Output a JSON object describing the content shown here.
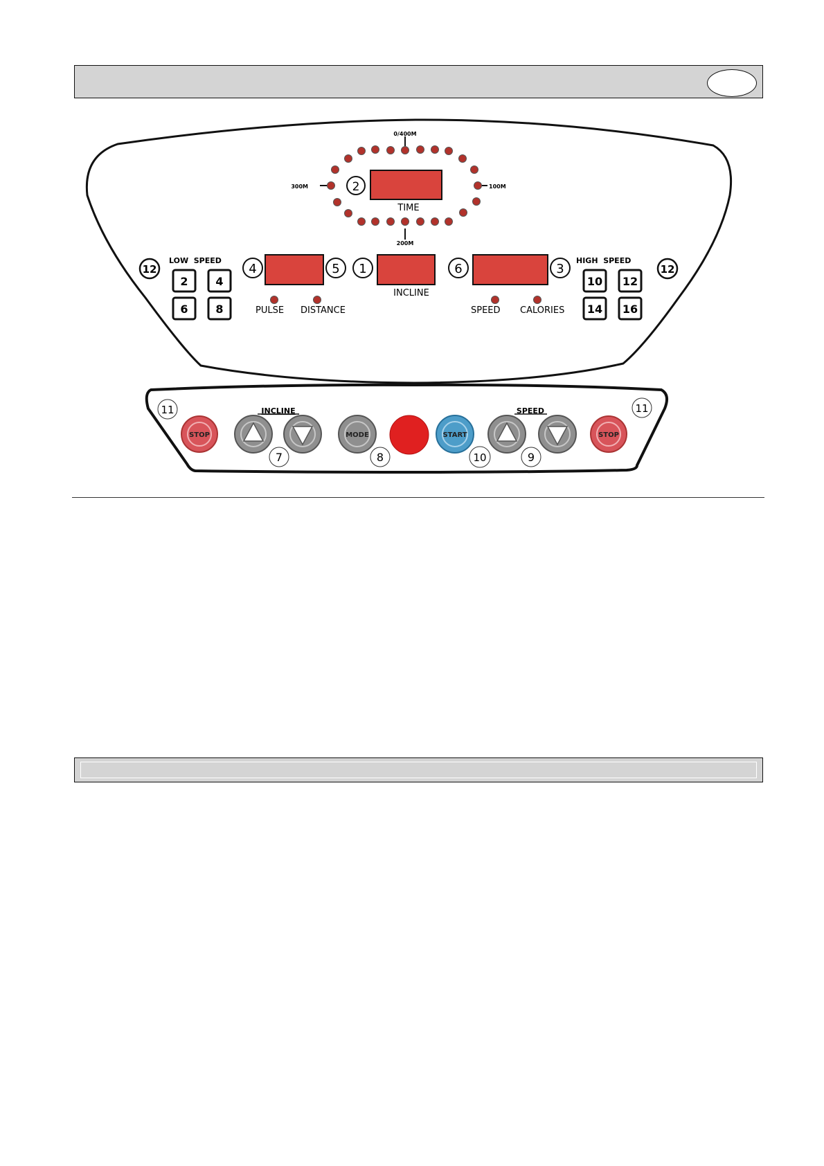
{
  "console": {
    "time_label": "TIME",
    "incline_label": "INCLINE",
    "track_top": "0/400M",
    "track_right": "100M",
    "track_bottom": "200M",
    "track_left": "300M",
    "low_speed_label": "LOW  SPEED",
    "high_speed_label": "HIGH  SPEED",
    "low_speed_keys": [
      "2",
      "4",
      "6",
      "8"
    ],
    "high_speed_keys": [
      "10",
      "12",
      "14",
      "16"
    ],
    "indicators": {
      "pulse": "PULSE",
      "distance": "DISTANCE",
      "speed": "SPEED",
      "calories": "CALORIES"
    },
    "callouts": {
      "c1": "1",
      "c2": "2",
      "c3": "3",
      "c4": "4",
      "c5": "5",
      "c6": "6",
      "c12": "12"
    }
  },
  "keypad": {
    "incline_title": "INCLINE",
    "speed_title": "SPEED",
    "stop_label": "STOP",
    "start_label": "START",
    "mode_label": "MODE",
    "callouts": {
      "c7": "7",
      "c8": "8",
      "c9": "9",
      "c10": "10",
      "c11": "11"
    }
  },
  "colors": {
    "display_red": "#d9443d",
    "stop_red": "#d8545a",
    "start_blue": "#4d9dc9",
    "emergency_red": "#e02020",
    "led_red": "#b2322b",
    "button_grey": "#8f8f8f"
  }
}
